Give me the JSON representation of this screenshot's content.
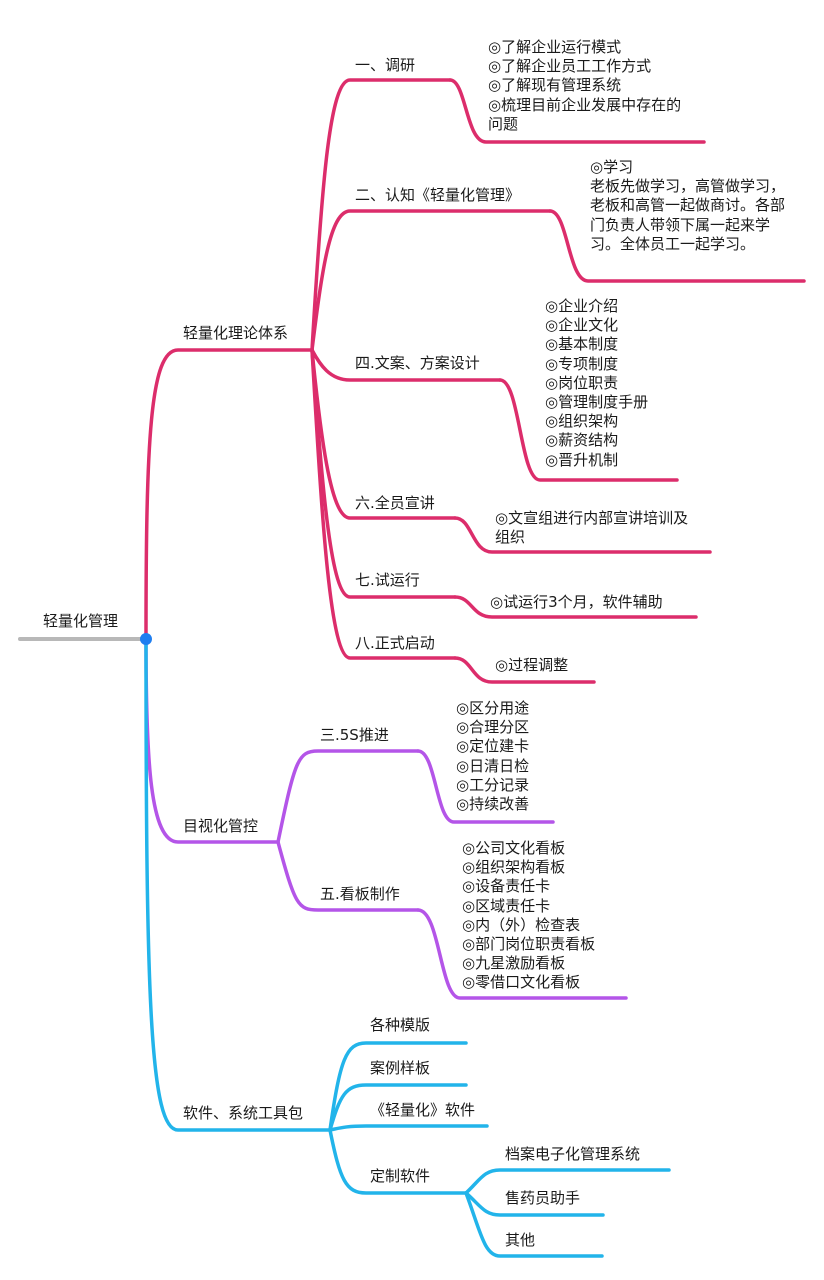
{
  "root": {
    "label": "轻量化管理"
  },
  "colors": {
    "theory": "#dc2d6b",
    "visual": "#b455e8",
    "software": "#22b4ea",
    "root_line": "#b8b8b8",
    "root_dot": "#1f7ef0"
  },
  "theory": {
    "label": "轻量化理论体系",
    "research": {
      "label": "一、调研",
      "items": [
        "◎了解企业运行模式",
        "◎了解企业员工工作方式",
        "◎了解现有管理系统",
        "◎梳理目前企业发展中存在的问题"
      ]
    },
    "cognition": {
      "label": "二、认知《轻量化管理》",
      "heading": "◎学习",
      "text": "老板先做学习，高管做学习，老板和高管一起做商讨。各部门负责人带领下属一起来学习。全体员工一起学习。"
    },
    "docs": {
      "label": "四.文案、方案设计",
      "items": [
        "◎企业介绍",
        "◎企业文化",
        "◎基本制度",
        "◎专项制度",
        "◎岗位职责",
        "◎管理制度手册",
        "◎组织架构",
        "◎薪资结构",
        "◎晋升机制"
      ]
    },
    "promote": {
      "label": "六.全员宣讲",
      "text": "◎文宣组进行内部宣讲培训及组织"
    },
    "trial": {
      "label": "七.试运行",
      "text": "◎试运行3个月，软件辅助"
    },
    "launch": {
      "label": "八.正式启动",
      "text": "◎过程调整"
    }
  },
  "visual": {
    "label": "目视化管控",
    "five_s": {
      "label": "三.5S推进",
      "items": [
        "◎区分用途",
        "◎合理分区",
        "◎定位建卡",
        "◎日清日检",
        "◎工分记录",
        "◎持续改善"
      ]
    },
    "boards": {
      "label": "五.看板制作",
      "items": [
        "◎公司文化看板",
        "◎组织架构看板",
        "◎设备责任卡",
        "◎区域责任卡",
        "◎内（外）检查表",
        "◎部门岗位职责看板",
        "◎九星激励看板",
        "◎零借口文化看板"
      ]
    }
  },
  "software": {
    "label": "软件、系统工具包",
    "templates": "各种模版",
    "samples": "案例样板",
    "light_software": "《轻量化》软件",
    "custom": {
      "label": "定制软件",
      "archive": "档案电子化管理系统",
      "pharmacist": "售药员助手",
      "others": "其他"
    }
  }
}
